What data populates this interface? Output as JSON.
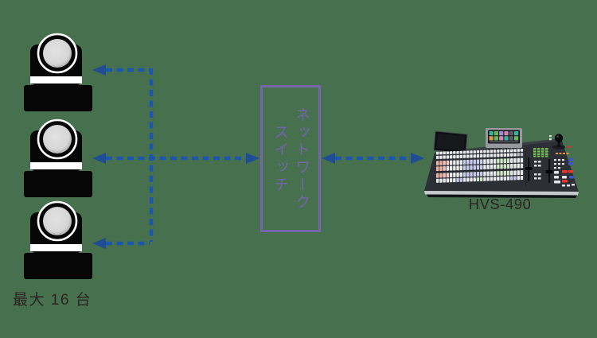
{
  "colors": {
    "background": "#47704F",
    "arrow": "#1A57AC",
    "arrow_head": "#1E4D94",
    "switch_purple": "#7466A9",
    "label_text": "#2A2522",
    "camera_lens": "#D8D8D8",
    "meter_green": "#74C24F"
  },
  "cameras": {
    "count": 3,
    "label": "最大 16 台"
  },
  "network_switch": {
    "label_lines": [
      "ネットワーク",
      "スイッチ"
    ]
  },
  "console": {
    "label": "HVS-490",
    "key_colors": {
      "w": "#E9EAEC",
      "k": "#BDC0C6",
      "s": "#EFB3A3",
      "p": "#F2C6C3",
      "l": "#C6CBE9",
      "g": "#CFE5C5"
    },
    "key_field": {
      "x": 18,
      "w": 110,
      "rows": [
        {
          "y": 33.5,
          "h": 3.6,
          "pattern": "wwwwwwwwwwwwwwwwwwwwwwwwww"
        },
        {
          "y": 38.5,
          "h": 4.2,
          "pattern": "wwwwwwwwwwwwwwwwwwwwwwwwkk"
        },
        {
          "y": 45.0,
          "h": 5.8,
          "pattern": "ssppwwwwllllllwwwwggggwwww"
        },
        {
          "y": 52.0,
          "h": 5.8,
          "pattern": "sspwwwwwllllllwwwwggggwwww"
        },
        {
          "y": 60.5,
          "h": 5.8,
          "pattern": "ssppwwwwllllllwwwwggggwwww"
        },
        {
          "y": 67.5,
          "h": 5.0,
          "pattern": "wwwwwwllwwwwggwwwwwwwwllww"
        }
      ]
    },
    "screen_tiles": {
      "rows": [
        [
          "#3DB1A2",
          "#63BC59",
          "#9A8FD1",
          "#D584B4",
          "#5A5D63",
          "#3DB1A2"
        ],
        [
          "#D9994D",
          "#63BC59",
          "#D584B4",
          "#3DB1A2",
          "#5A5D63",
          "#63BC59"
        ]
      ]
    }
  }
}
